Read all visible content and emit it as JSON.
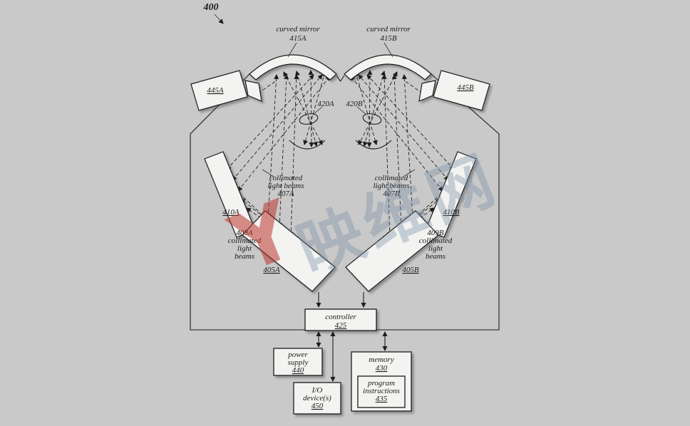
{
  "figure": {
    "number": "400"
  },
  "components": {
    "mirror_a": {
      "name": "curved mirror",
      "ref": "415A"
    },
    "mirror_b": {
      "name": "curved mirror",
      "ref": "415B"
    },
    "camera_a": {
      "ref": "445A"
    },
    "camera_b": {
      "ref": "445B"
    },
    "pupil_a": {
      "ref": "420A"
    },
    "pupil_b": {
      "ref": "420B"
    },
    "optic_a": {
      "ref": "410A"
    },
    "optic_b": {
      "ref": "410B"
    },
    "display_a": {
      "ref": "405A"
    },
    "display_b": {
      "ref": "405B"
    },
    "beams_a": {
      "lines": [
        "collimated",
        "light beams",
        "407A"
      ]
    },
    "beams_b": {
      "lines": [
        "collimated",
        "light beams",
        "407B"
      ]
    },
    "beams2_a": {
      "lines": [
        "409A",
        "collimated",
        "light",
        "beams"
      ]
    },
    "beams2_b": {
      "lines": [
        "409B",
        "collimated",
        "light",
        "beams"
      ]
    },
    "controller": {
      "name": "controller",
      "ref": "425"
    },
    "power_supply": {
      "lines": [
        "power",
        "supply"
      ],
      "ref": "440"
    },
    "io_devices": {
      "lines": [
        "I/O",
        "device(s)"
      ],
      "ref": "450"
    },
    "memory": {
      "name": "memory",
      "ref": "430"
    },
    "program_instructions": {
      "lines": [
        "program",
        "instructions"
      ],
      "ref": "435"
    }
  },
  "watermark": {
    "glyph": "Y",
    "text": "映维网",
    "glyph_color": "#b9342c",
    "text_color": "#7a8fa6"
  },
  "colors": {
    "background": "#c9c9c9",
    "line": "#1c1c1c",
    "shape_fill": "#f3f3f1"
  }
}
